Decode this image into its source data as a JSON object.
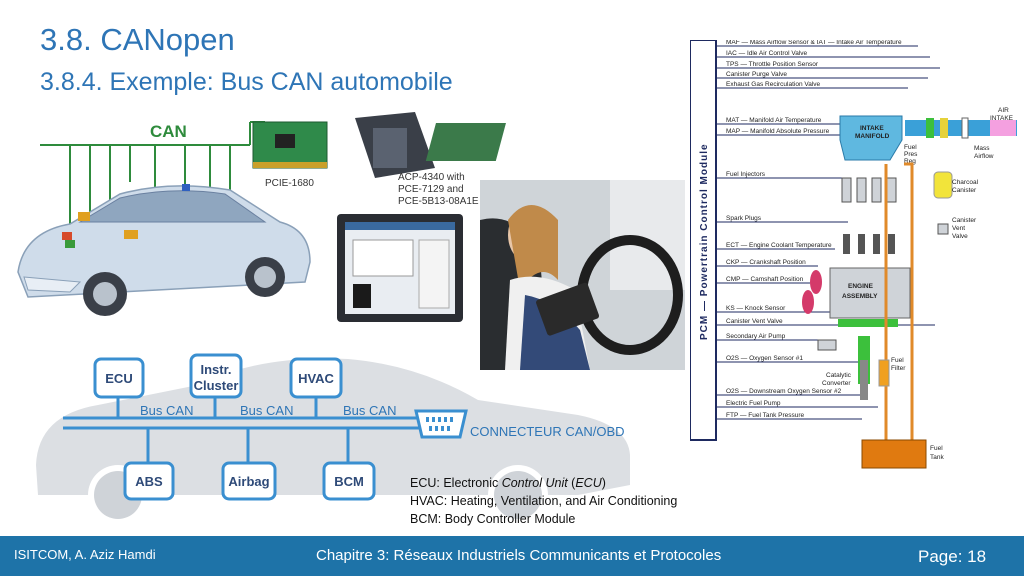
{
  "slide": {
    "title": "3.8. CANopen",
    "subtitle": "3.8.4. Exemple: Bus CAN automobile"
  },
  "top_car": {
    "can_label": "CAN",
    "card_label": "PCIE-1680",
    "system_label_1": "ACP-4340 with",
    "system_label_2": "PCE-7129 and",
    "system_label_3": "PCE-5B13-08A1E"
  },
  "bus_diagram": {
    "top_nodes": [
      "ECU",
      "Instr. Cluster",
      "HVAC"
    ],
    "top_node_lines": [
      [
        "ECU"
      ],
      [
        "Instr.",
        "Cluster"
      ],
      [
        "HVAC"
      ]
    ],
    "bottom_nodes": [
      "ABS",
      "Airbag",
      "BCM"
    ],
    "bus_labels": [
      "Bus CAN",
      "Bus CAN",
      "Bus CAN"
    ],
    "connector_label": "CONNECTEUR CAN/OBD"
  },
  "legend": {
    "ecu_prefix": "ECU: Electronic ",
    "ecu_italic": "Control Unit",
    "ecu_paren_open": " (",
    "ecu_abbr": "ECU",
    "ecu_paren_close": ")",
    "hvac": "HVAC: Heating, Ventilation, and Air Conditioning",
    "bcm": "BCM: Body Controller Module"
  },
  "pcm": {
    "vertical_label": "PCM — Powertrain Control Module",
    "lines": [
      "MAF — Mass Airflow Sensor & IAT — Intake Air Temperature",
      "IAC — Idle Air Control Valve",
      "TPS — Throttle Position Sensor",
      "Canister Purge Valve",
      "Exhaust Gas Recirculation Valve",
      "MAT — Manifold Air Temperature",
      "MAP — Manifold Absolute Pressure",
      "Fuel Injectors",
      "Spark Plugs",
      "ECT — Engine Coolant Temperature",
      "CKP — Crankshaft Position",
      "CMP — Camshaft Position",
      "KS — Knock Sensor",
      "Canister Vent Valve",
      "Secondary Air Pump",
      "O2S — Oxygen Sensor #1",
      "O2S — Downstream Oxygen Sensor #2",
      "Electric Fuel Pump",
      "FTP — Fuel Tank Pressure"
    ],
    "intake_manifold": [
      "INTAKE",
      "MANIFOLD"
    ],
    "engine_assembly": [
      "ENGINE",
      "ASSEMBLY"
    ],
    "air_intake": [
      "AIR",
      "INTAKE"
    ],
    "mass_airflow": [
      "Mass",
      "Airflow"
    ],
    "fuel_pres_reg": [
      "Fuel",
      "Pres",
      "Reg"
    ],
    "charcoal_canister": [
      "Charcoal",
      "Canister"
    ],
    "canister_vent_valve": [
      "Canister",
      "Vent",
      "Valve"
    ],
    "catalytic_converter": [
      "Catalytic",
      "Converter"
    ],
    "fuel_filter": [
      "Fuel",
      "Filter"
    ],
    "fuel_tank": [
      "Fuel",
      "Tank"
    ]
  },
  "footer": {
    "left": "ISITCOM, A. Aziz Hamdi",
    "center": "Chapitre 3: Réseaux Industriels Communicants et Protocoles",
    "right": "Page: 18"
  },
  "colors": {
    "title": "#2e75b6",
    "footer_bg": "#1e73a8",
    "can_green": "#2e8b3c",
    "bus_blue": "#3a8fd0",
    "pcm_navy": "#1e2a60"
  }
}
